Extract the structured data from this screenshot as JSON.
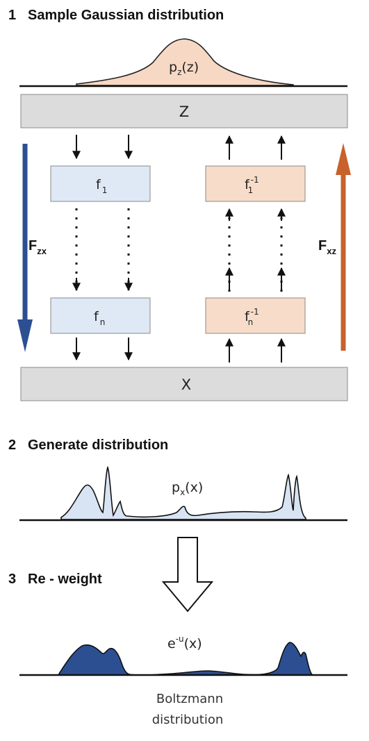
{
  "colors": {
    "zx_arrow": "#2c4f92",
    "xz_arrow": "#c8612c",
    "forward_box": "#dfe8f5",
    "inverse_box": "#f7dcc9",
    "latent_box": "#dcdcdc",
    "gaussian_fill": "#f6d8c4",
    "generated_fill": "#d8e3f3",
    "boltzmann_fill": "#2c4f92"
  },
  "steps": {
    "step1": {
      "number": "1",
      "title": "Sample Gaussian distribution"
    },
    "step2": {
      "number": "2",
      "title": "Generate distribution"
    },
    "step3": {
      "number": "3",
      "title": "Re - weight"
    }
  },
  "gaussian": {
    "label": "p",
    "label_sub": "z",
    "label_arg": "(z)"
  },
  "latent_box": {
    "label": "Z"
  },
  "output_box": {
    "label": "X"
  },
  "forward": {
    "f1": {
      "main": "f",
      "sub": "1"
    },
    "fn": {
      "main": "f",
      "sub": "n"
    },
    "flow_label": "F",
    "flow_label_sub": "zx"
  },
  "inverse": {
    "f1": {
      "main": "f",
      "sup": "-1",
      "sub": "1"
    },
    "fn": {
      "main": "f",
      "sup": "-1",
      "sub": "n"
    },
    "flow_label": "F",
    "flow_label_sub": "xz"
  },
  "generated": {
    "label": "p",
    "label_sub": "x",
    "label_arg": "(x)"
  },
  "boltzmann": {
    "label": "e",
    "label_sup": "-u",
    "label_arg": "(x)",
    "caption_line1": "Boltzmann",
    "caption_line2": "distribution"
  }
}
